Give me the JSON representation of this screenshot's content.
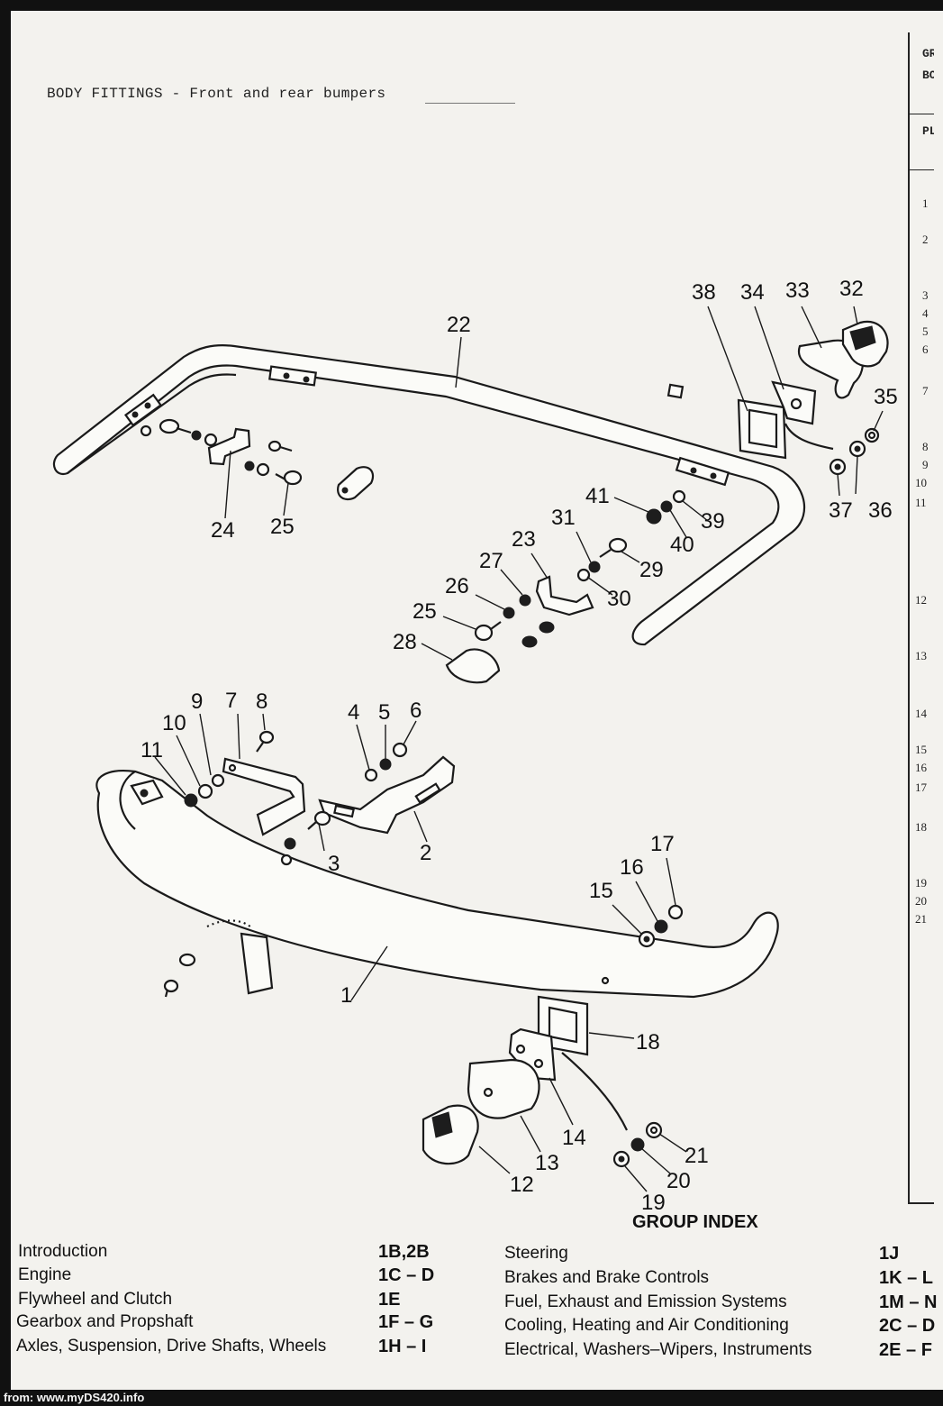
{
  "caption": "BODY FITTINGS - Front and rear bumpers",
  "right_panel": {
    "header_lines": [
      "GR",
      "BO"
    ],
    "column_head": "PL",
    "line_numbers": [
      "1",
      "2",
      "3",
      "4",
      "5",
      "6",
      "7",
      "8",
      "9",
      "10",
      "11",
      "12",
      "13",
      "14",
      "15",
      "16",
      "17",
      "18",
      "19",
      "20",
      "21"
    ]
  },
  "callouts": [
    "1",
    "2",
    "3",
    "4",
    "5",
    "6",
    "7",
    "8",
    "9",
    "10",
    "11",
    "12",
    "13",
    "14",
    "15",
    "16",
    "17",
    "18",
    "19",
    "20",
    "21",
    "22",
    "23",
    "24",
    "25",
    "25",
    "26",
    "27",
    "28",
    "29",
    "30",
    "31",
    "32",
    "33",
    "34",
    "35",
    "36",
    "37",
    "38",
    "39",
    "40",
    "41"
  ],
  "group_index": {
    "title": "GROUP INDEX",
    "left": [
      {
        "name": "Introduction",
        "code": "1B,2B"
      },
      {
        "name": "Engine",
        "code": "1C – D"
      },
      {
        "name": "Flywheel and Clutch",
        "code": "1E"
      },
      {
        "name": "Gearbox and Propshaft",
        "code": "1F – G"
      },
      {
        "name": "Axles, Suspension, Drive Shafts, Wheels",
        "code": "1H – I"
      }
    ],
    "right": [
      {
        "name": "Steering",
        "code": "1J"
      },
      {
        "name": "Brakes and Brake Controls",
        "code": "1K – L"
      },
      {
        "name": "Fuel, Exhaust and Emission Systems",
        "code": "1M – N"
      },
      {
        "name": "Cooling, Heating and Air Conditioning",
        "code": "2C – D"
      },
      {
        "name": "Electrical, Washers–Wipers, Instruments",
        "code": "2E – F"
      }
    ]
  },
  "footer": "from: www.myDS420.info"
}
